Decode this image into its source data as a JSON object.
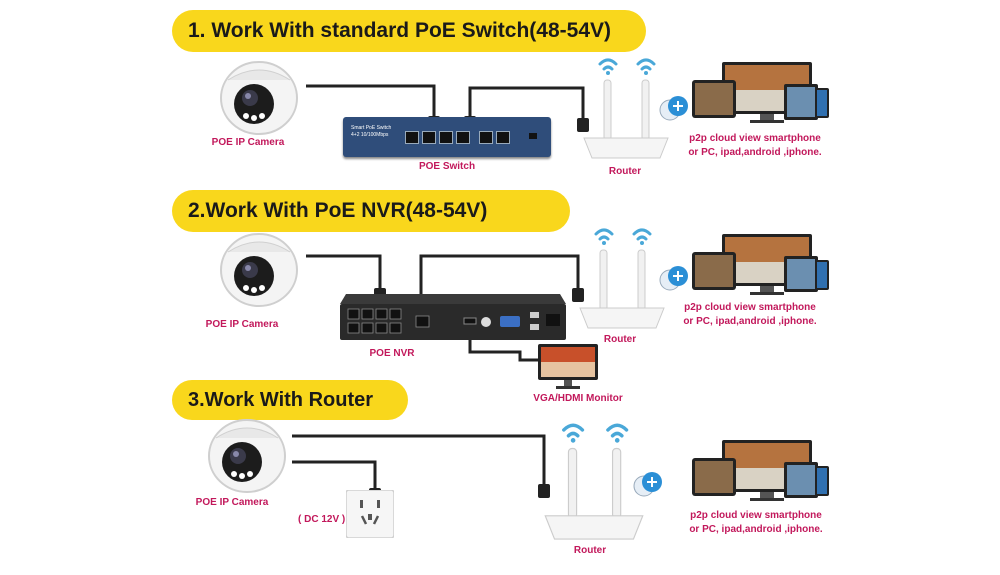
{
  "sections": [
    {
      "title": "1. Work With standard PoE Switch(48-54V)",
      "camera_label": "POE IP Camera",
      "device_label": "POE Switch",
      "device_text": [
        "Smart PoE Switch",
        "4+2 10/100Mbps"
      ],
      "router_label": "Router",
      "p2p_label": [
        "p2p cloud view smartphone",
        "or PC, ipad,android ,iphone."
      ]
    },
    {
      "title": "2.Work With PoE NVR(48-54V)",
      "camera_label": "POE IP Camera",
      "device_label": "POE NVR",
      "monitor_label": "VGA/HDMI Monitor",
      "router_label": "Router",
      "p2p_label": [
        "p2p cloud view smartphone",
        "or PC, ipad,android ,iphone."
      ]
    },
    {
      "title": "3.Work With Router",
      "camera_label": "POE IP Camera",
      "power_label": "( DC 12V )",
      "router_label": "Router",
      "p2p_label": [
        "p2p cloud view smartphone",
        "or PC, ipad,android ,iphone."
      ]
    }
  ],
  "icons": [
    "camera-icon",
    "poe-switch-icon",
    "nvr-icon",
    "router-icon",
    "wifi-icon",
    "cloud-icon",
    "devices-icon",
    "monitor-icon",
    "power-outlet-icon"
  ],
  "colors": {
    "banner": "#f9d71c",
    "label": "#c2185b",
    "wire": "#222222"
  }
}
